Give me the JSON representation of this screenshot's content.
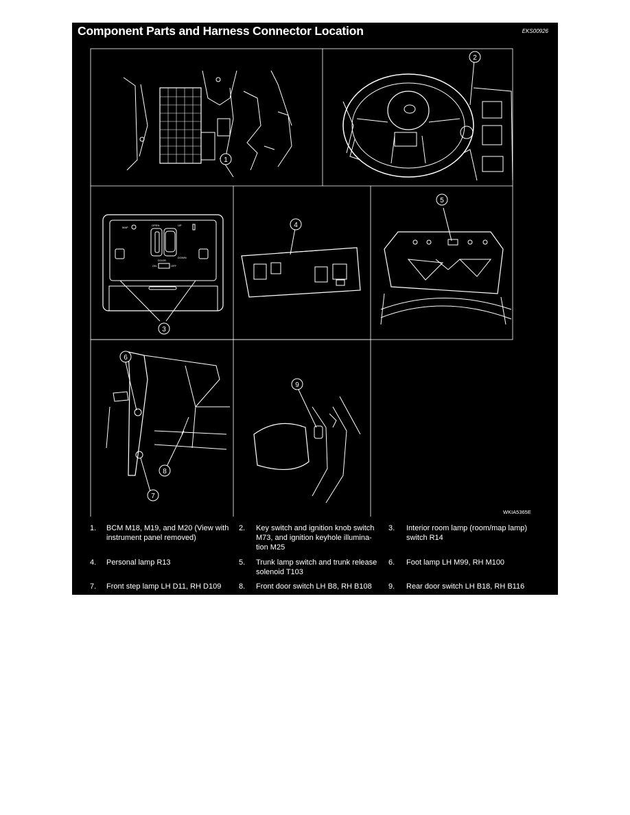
{
  "header": {
    "title": "Component Parts and Harness Connector Location",
    "code": "EKS00926"
  },
  "figure": {
    "code": "WKIA5365E",
    "callouts": [
      "1",
      "2",
      "3",
      "4",
      "5",
      "6",
      "7",
      "8",
      "9"
    ],
    "room_lamp_labels": [
      "MAP",
      "OPEN",
      "UP",
      "DOWN",
      "DOOR",
      "ON",
      "OFF"
    ]
  },
  "legend": [
    {
      "num": "1.",
      "text": "BCM M18, M19, and M20 (View with instrument panel removed)"
    },
    {
      "num": "2.",
      "text": "Key switch and ignition knob switch M73, and ignition keyhole illumina-tion M25"
    },
    {
      "num": "3.",
      "text": "Interior room lamp (room/map lamp) switch R14"
    },
    {
      "num": "4.",
      "text": "Personal lamp R13"
    },
    {
      "num": "5.",
      "text": "Trunk lamp switch and trunk release solenoid T103"
    },
    {
      "num": "6.",
      "text": "Foot lamp LH M99, RH M100"
    },
    {
      "num": "7.",
      "text": "Front step lamp LH D11, RH D109"
    },
    {
      "num": "8.",
      "text": "Front door switch LH B8, RH B108"
    },
    {
      "num": "9.",
      "text": "Rear door switch LH B18, RH B116"
    }
  ]
}
